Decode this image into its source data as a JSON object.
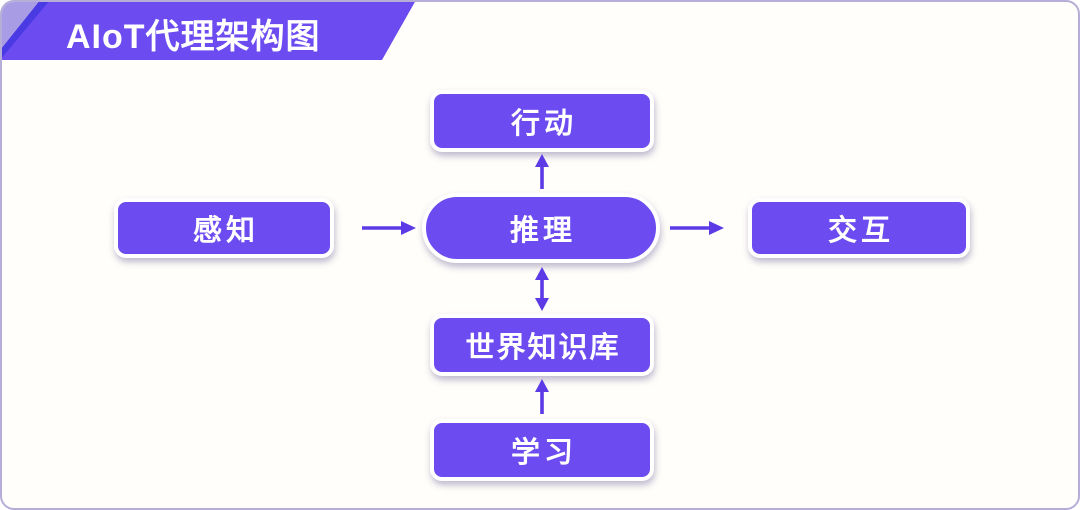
{
  "title": "AIoT代理架构图",
  "colors": {
    "node_fill": "#6c4bf0",
    "node_border": "#ffffff",
    "node_text": "#ffffff",
    "arrow": "#5c3be6",
    "banner_fill": "#6c4bf0",
    "banner_stripe": "#4a3ae4",
    "banner_corner": "#a89de4",
    "card_background": "#fffefa",
    "card_border": "#b7aed8"
  },
  "nodes": [
    {
      "id": "action",
      "label": "行动",
      "shape": "rect"
    },
    {
      "id": "perception",
      "label": "感知",
      "shape": "rect"
    },
    {
      "id": "reasoning",
      "label": "推理",
      "shape": "pill"
    },
    {
      "id": "interaction",
      "label": "交互",
      "shape": "rect"
    },
    {
      "id": "knowledge",
      "label": "世界知识库",
      "shape": "rect"
    },
    {
      "id": "learning",
      "label": "学习",
      "shape": "rect"
    }
  ],
  "edges": [
    {
      "from": "感知",
      "to": "推理",
      "direction": "one-way"
    },
    {
      "from": "推理",
      "to": "交互",
      "direction": "one-way"
    },
    {
      "from": "推理",
      "to": "行动",
      "direction": "one-way"
    },
    {
      "from": "推理",
      "to": "世界知识库",
      "direction": "two-way"
    },
    {
      "from": "学习",
      "to": "世界知识库",
      "direction": "one-way"
    }
  ]
}
